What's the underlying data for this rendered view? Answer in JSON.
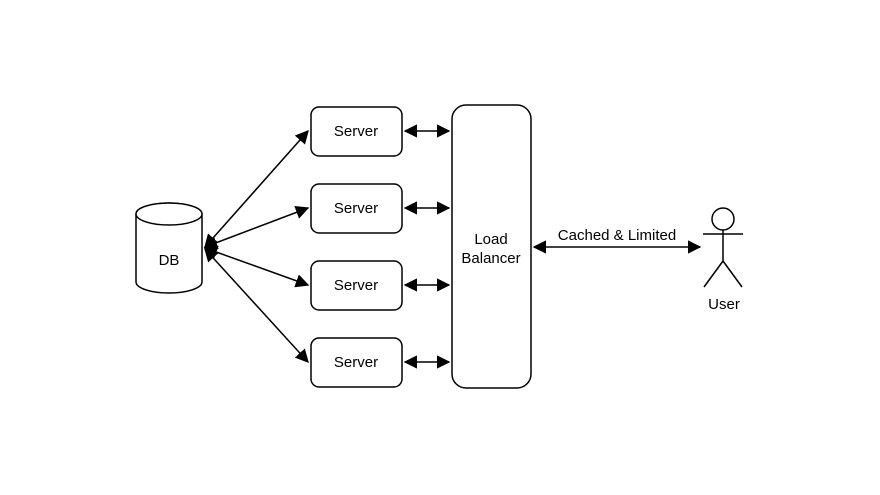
{
  "diagram": {
    "background": "#ffffff",
    "stroke_color": "#000000",
    "nodes": {
      "db": {
        "type": "database-cylinder",
        "label": "DB"
      },
      "servers": [
        {
          "label": "Server"
        },
        {
          "label": "Server"
        },
        {
          "label": "Server"
        },
        {
          "label": "Server"
        }
      ],
      "load_balancer": {
        "label": "Load Balancer",
        "lines": [
          "Load",
          "Balancer"
        ]
      },
      "user": {
        "type": "actor-stick-figure",
        "label": "User"
      }
    },
    "edges": [
      {
        "from": "db",
        "to": "server-1",
        "bidirectional": true
      },
      {
        "from": "db",
        "to": "server-2",
        "bidirectional": true
      },
      {
        "from": "db",
        "to": "server-3",
        "bidirectional": true
      },
      {
        "from": "db",
        "to": "server-4",
        "bidirectional": true
      },
      {
        "from": "server-1",
        "to": "load-balancer",
        "bidirectional": true
      },
      {
        "from": "server-2",
        "to": "load-balancer",
        "bidirectional": true
      },
      {
        "from": "server-3",
        "to": "load-balancer",
        "bidirectional": true
      },
      {
        "from": "server-4",
        "to": "load-balancer",
        "bidirectional": true
      },
      {
        "from": "load-balancer",
        "to": "user",
        "bidirectional": true,
        "label": "Cached & Limited"
      }
    ]
  }
}
